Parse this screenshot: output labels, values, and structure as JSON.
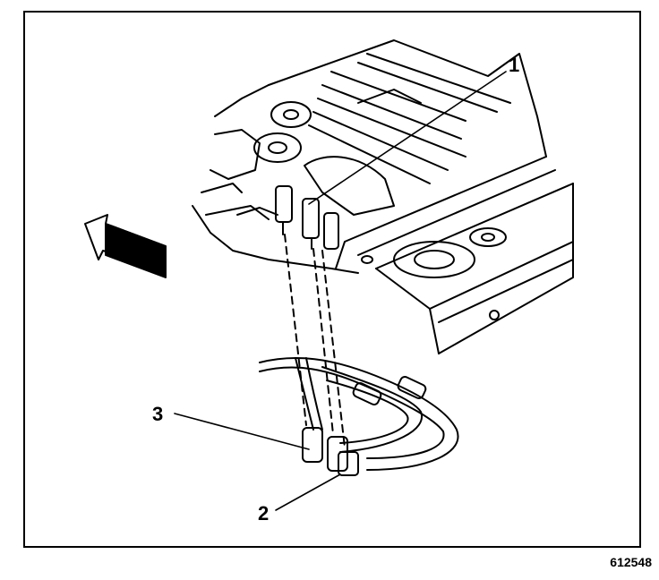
{
  "callouts": [
    {
      "label": "1"
    },
    {
      "label": "2"
    },
    {
      "label": "3"
    }
  ],
  "figure_number": "612548",
  "colors": {
    "ink": "#000000",
    "paper": "#ffffff"
  },
  "icons": [
    "direction-arrow-icon"
  ]
}
